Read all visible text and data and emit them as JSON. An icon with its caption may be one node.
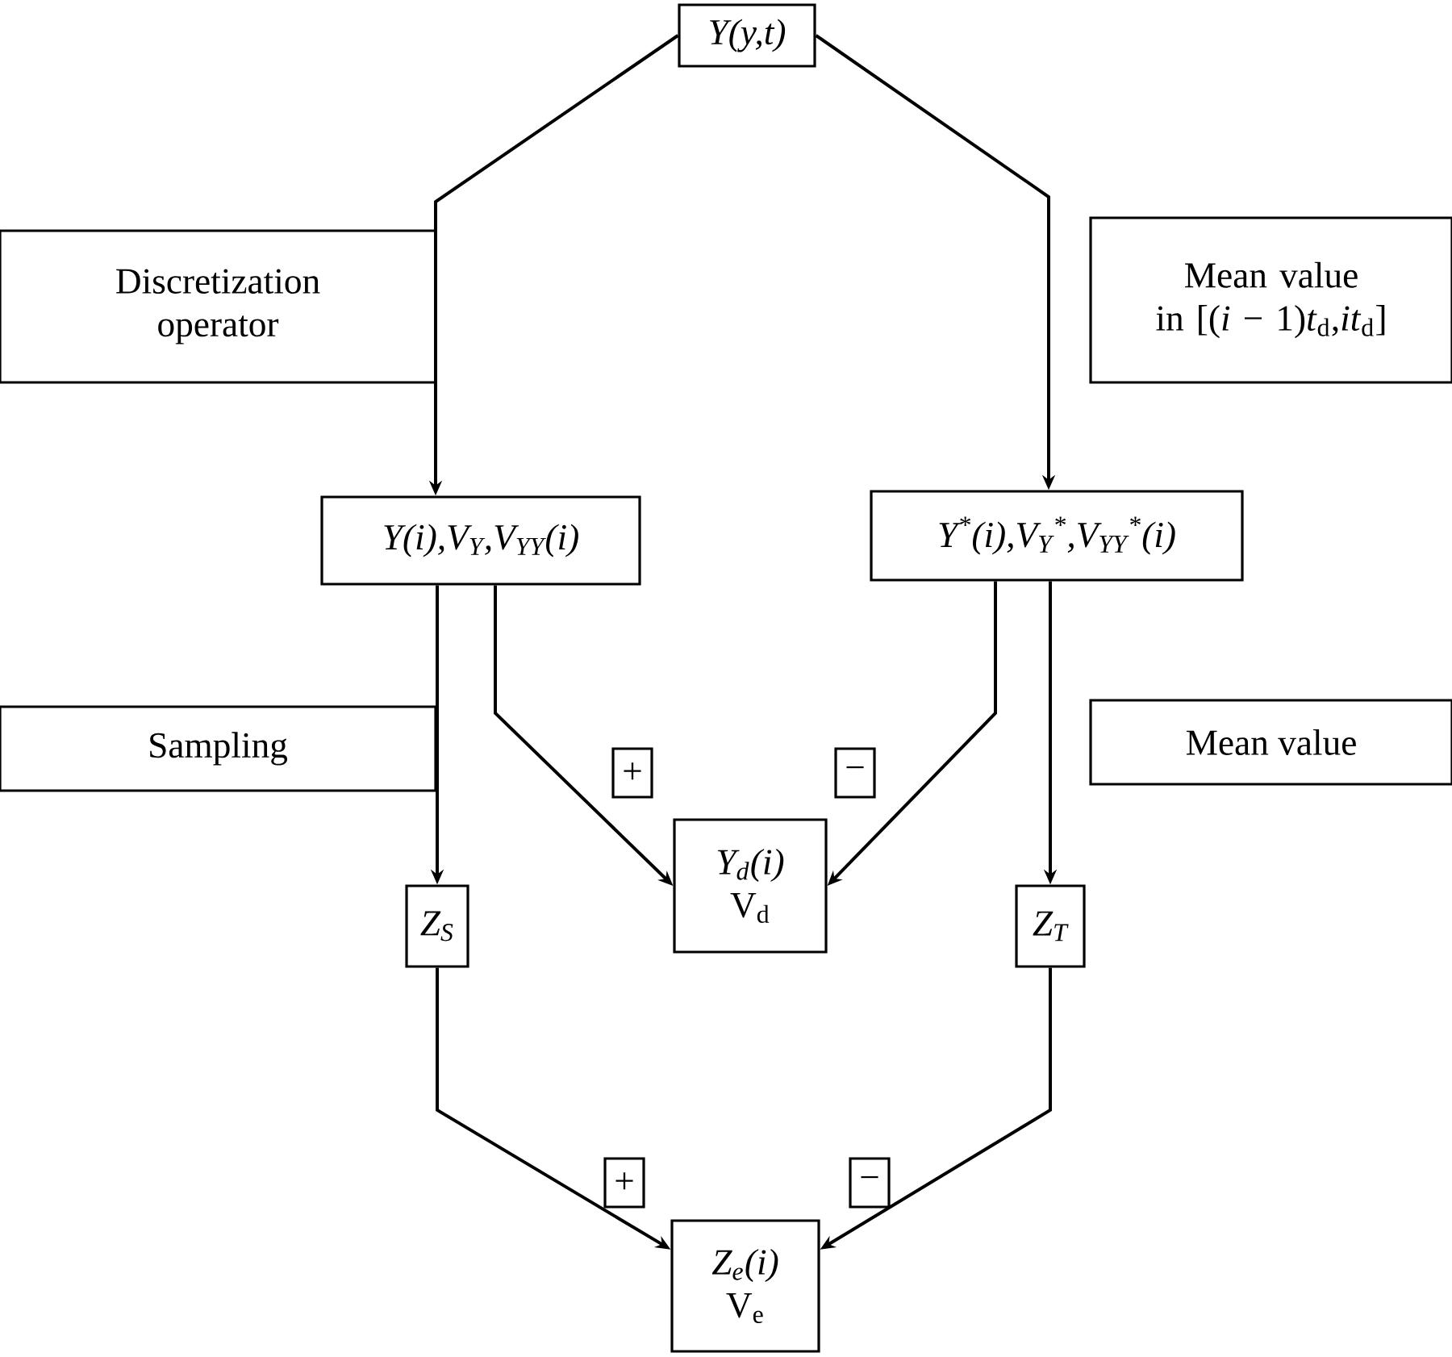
{
  "diagram": {
    "nodes": [
      {
        "text": [
          "Y(y,t)"
        ]
      },
      {
        "text": [
          "Discretization operator"
        ]
      },
      {
        "text": [
          "Mean value",
          "in [(*i* − 1)*t*$_{d}$,*it*$_{d}$]"
        ]
      },
      {
        "text": [
          "Y(i),V$_{Y}$,V$_{YY}$(i)"
        ]
      },
      {
        "text": [
          "Y$^{*}$(i),V$_{Y}$$^{*}$,V$_{YY}$$^{*}$(i)"
        ]
      },
      {
        "text": [
          "Sampling"
        ]
      },
      {
        "text": [
          "Mean value"
        ]
      },
      {
        "text": [
          "Z$_{S}$"
        ]
      },
      {
        "text": [
          "Y$_{d}$(i)",
          "V$_{d}$"
        ]
      },
      {
        "text": [
          "Z$_{T}$"
        ]
      },
      {
        "text": [
          "Z$_{e}$(i)",
          "V$_{e}$"
        ]
      }
    ],
    "edges": [
      {
        "from": 0,
        "to": 3,
        "arrow": "to"
      },
      {
        "from": 0,
        "to": 4,
        "arrow": "to"
      },
      {
        "from": 3,
        "to": 7,
        "arrow": "to"
      },
      {
        "from": 3,
        "to": 8,
        "arrow": "to",
        "label": "+"
      },
      {
        "from": 4,
        "to": 8,
        "arrow": "to",
        "label": "−"
      },
      {
        "from": 4,
        "to": 9,
        "arrow": "to"
      },
      {
        "from": 7,
        "to": 10,
        "arrow": "to",
        "label": "+"
      },
      {
        "from": 9,
        "to": 10,
        "arrow": "to",
        "label": "−"
      }
    ]
  }
}
